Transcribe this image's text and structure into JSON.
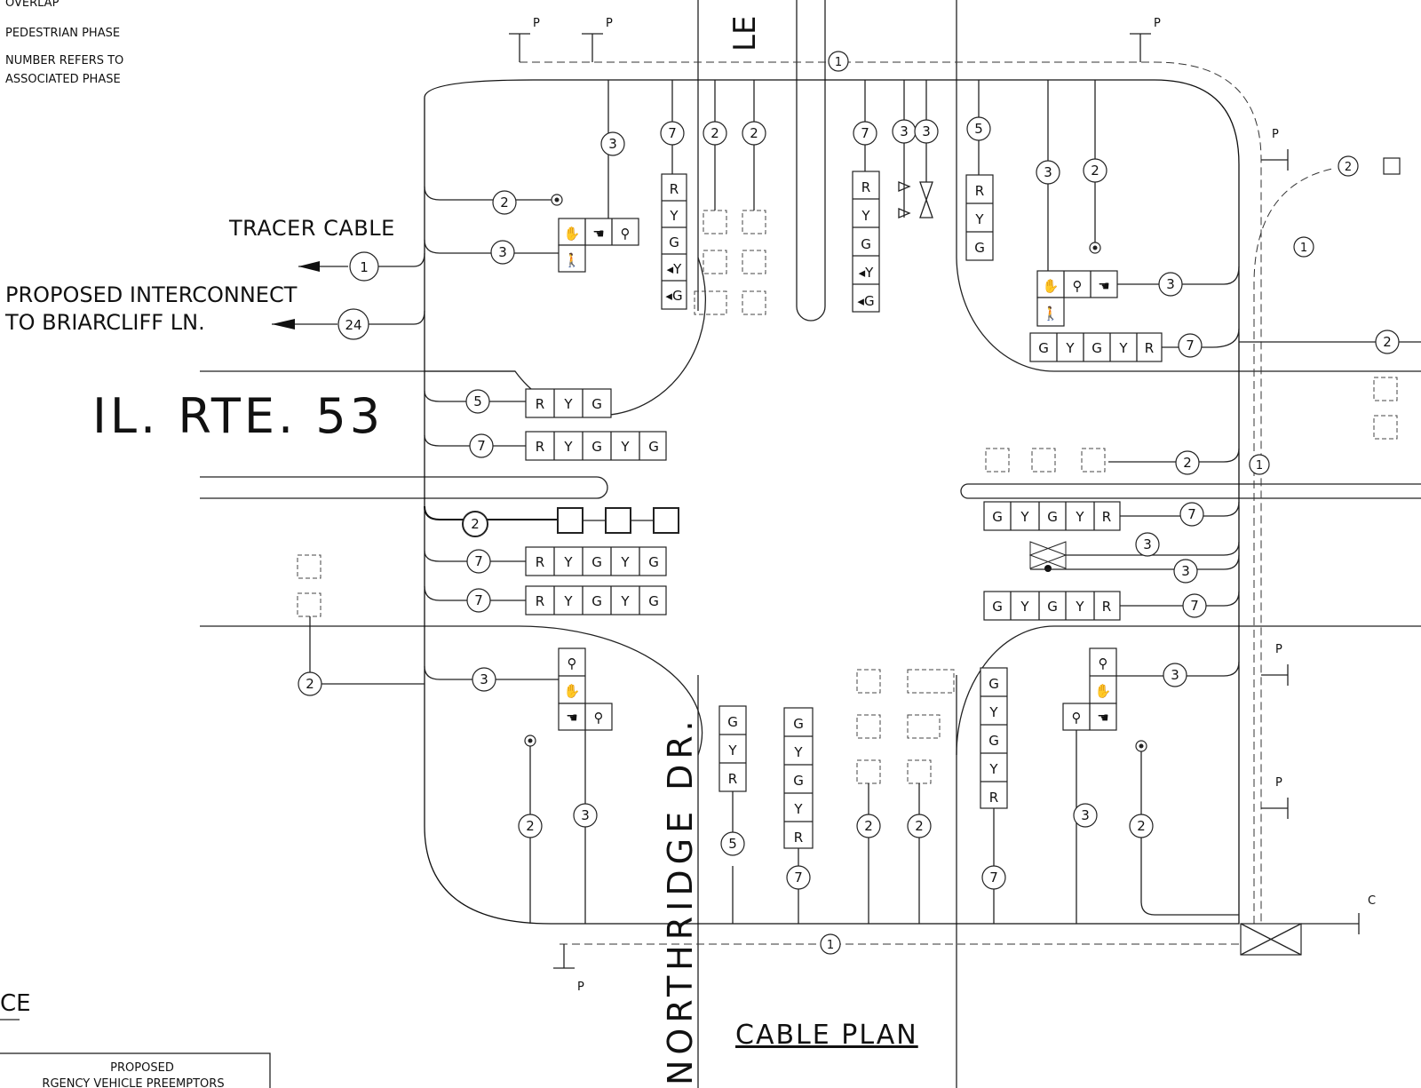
{
  "legend": {
    "overlap": "OVERLAP",
    "ped_phase": "PEDESTRIAN PHASE",
    "number_note_1": "NUMBER REFERS TO",
    "number_note_2": "ASSOCIATED PHASE"
  },
  "streets": {
    "main": "IL. RTE. 53",
    "cross": "NORTHRIDGE DR.",
    "cross_top": "LE"
  },
  "callouts": {
    "tracer": "TRACER CABLE",
    "tracer_num": "1",
    "interconnect_1": "PROPOSED INTERCONNECT",
    "interconnect_2": "TO BRIARCLIFF LN.",
    "interconnect_num": "24"
  },
  "title": "CABLE PLAN",
  "bottom_left": {
    "partial_label": "CE",
    "table_header": "PROPOSED",
    "table_sub": "RGENCY VEHICLE PREEMPTORS"
  },
  "indications": {
    "R": "R",
    "Y": "Y",
    "G": "G",
    "ARROW_Y": "◂Y",
    "ARROW_G": "◂G"
  },
  "marks": {
    "P": "P",
    "C": "C"
  },
  "cable_numbers": {
    "n1": "1",
    "n2": "2",
    "n3": "3",
    "n5": "5",
    "n7": "7"
  }
}
